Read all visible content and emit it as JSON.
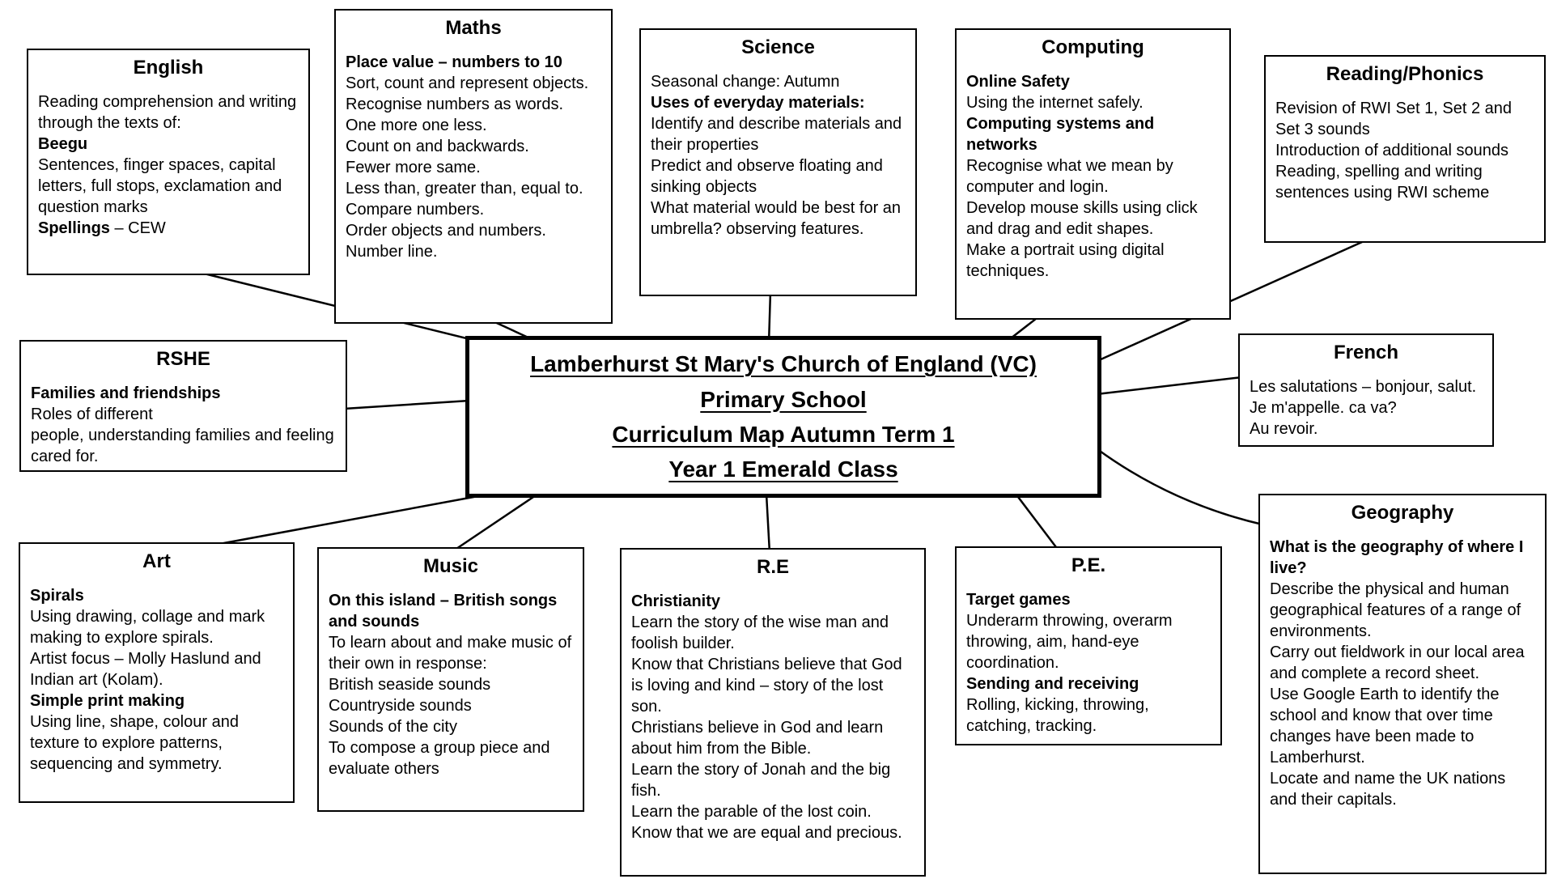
{
  "page": {
    "background_color": "#ffffff",
    "text_color": "#000000",
    "border_color": "#000000"
  },
  "center": {
    "lines": [
      "Lamberhurst St Mary's Church of England (VC)",
      "Primary School",
      "Curriculum Map Autumn Term 1",
      "Year 1 Emerald Class"
    ]
  },
  "subjects": {
    "english": {
      "title": "English",
      "paragraphs": [
        [
          {
            "t": "Reading comprehension and writing through the texts of:"
          }
        ],
        [
          {
            "t": "Beegu",
            "b": true
          }
        ],
        [
          {
            "t": "Sentences, finger spaces, capital letters, full stops, exclamation and question marks"
          }
        ],
        [
          {
            "t": "Spellings",
            "b": true
          },
          {
            "t": " – CEW"
          }
        ]
      ]
    },
    "maths": {
      "title": "Maths",
      "paragraphs": [
        [
          {
            "t": "Place value – numbers to 10",
            "b": true
          }
        ],
        [
          {
            "t": "Sort, count and represent objects."
          }
        ],
        [
          {
            "t": "Recognise numbers as words."
          }
        ],
        [
          {
            "t": "One more one less."
          }
        ],
        [
          {
            "t": "Count on and backwards."
          }
        ],
        [
          {
            "t": "Fewer more same."
          }
        ],
        [
          {
            "t": "Less than, greater than, equal to."
          }
        ],
        [
          {
            "t": "Compare numbers."
          }
        ],
        [
          {
            "t": "Order objects and numbers."
          }
        ],
        [
          {
            "t": "Number line."
          }
        ]
      ]
    },
    "science": {
      "title": "Science",
      "paragraphs": [
        [
          {
            "t": "Seasonal change: Autumn"
          }
        ],
        [
          {
            "t": "Uses of everyday materials:",
            "b": true
          }
        ],
        [
          {
            "t": "Identify and describe materials and their properties"
          }
        ],
        [
          {
            "t": "Predict and observe floating and sinking objects"
          }
        ],
        [
          {
            "t": "What material would be best for an umbrella? observing features."
          }
        ]
      ]
    },
    "computing": {
      "title": "Computing",
      "paragraphs": [
        [
          {
            "t": "Online Safety",
            "b": true
          }
        ],
        [
          {
            "t": "Using the internet safely."
          }
        ],
        [
          {
            "t": "Computing systems and networks",
            "b": true
          }
        ],
        [
          {
            "t": "Recognise what we mean by computer and login."
          }
        ],
        [
          {
            "t": "Develop mouse skills using click and drag and edit shapes."
          }
        ],
        [
          {
            "t": "Make a portrait using digital techniques."
          }
        ]
      ]
    },
    "reading": {
      "title": "Reading/Phonics",
      "paragraphs": [
        [
          {
            "t": "Revision of RWI Set 1, Set 2 and Set 3 sounds"
          }
        ],
        [
          {
            "t": "Introduction of additional sounds"
          }
        ],
        [
          {
            "t": "Reading, spelling and writing sentences using RWI scheme"
          }
        ]
      ]
    },
    "rshe": {
      "title": "RSHE",
      "paragraphs": [
        [
          {
            "t": "Families and friendships",
            "b": true
          }
        ],
        [
          {
            "t": "Roles of different"
          }
        ],
        [
          {
            "t": "people, understanding families and feeling cared for."
          }
        ]
      ]
    },
    "french": {
      "title": "French",
      "paragraphs": [
        [
          {
            "t": "Les salutations – bonjour, salut. Je m'appelle. ca va?"
          }
        ],
        [
          {
            "t": "Au revoir."
          }
        ]
      ]
    },
    "art": {
      "title": "Art",
      "paragraphs": [
        [
          {
            "t": "Spirals",
            "b": true
          }
        ],
        [
          {
            "t": "Using drawing, collage and mark making to explore spirals."
          }
        ],
        [
          {
            "t": "Artist focus – Molly Haslund and Indian art (Kolam)."
          }
        ],
        [
          {
            "t": "Simple print making",
            "b": true
          }
        ],
        [
          {
            "t": "Using line, shape, colour and texture to explore patterns, sequencing and symmetry."
          }
        ]
      ]
    },
    "music": {
      "title": "Music",
      "paragraphs": [
        [
          {
            "t": "On this island – British songs and sounds",
            "b": true
          }
        ],
        [
          {
            "t": "To learn about and make music of their own in response:"
          }
        ],
        [
          {
            "t": "British seaside sounds"
          }
        ],
        [
          {
            "t": "Countryside sounds"
          }
        ],
        [
          {
            "t": "Sounds of the city"
          }
        ],
        [
          {
            "t": "To compose a group piece and evaluate others"
          }
        ]
      ]
    },
    "re": {
      "title": "R.E",
      "paragraphs": [
        [
          {
            "t": "Christianity",
            "b": true
          }
        ],
        [
          {
            "t": "Learn the story of the wise man and foolish builder."
          }
        ],
        [
          {
            "t": "Know that Christians believe that God is loving and kind – story of the lost son."
          }
        ],
        [
          {
            "t": "Christians believe in God and learn about him from the Bible."
          }
        ],
        [
          {
            "t": "Learn the story of Jonah and the big fish."
          }
        ],
        [
          {
            "t": "Learn the parable of the lost coin."
          }
        ],
        [
          {
            "t": "Know that we are equal and precious."
          }
        ]
      ]
    },
    "pe": {
      "title": "P.E.",
      "paragraphs": [
        [
          {
            "t": "Target games",
            "b": true
          }
        ],
        [
          {
            "t": "Underarm throwing, overarm throwing, aim, hand-eye coordination."
          }
        ],
        [
          {
            "t": "Sending and receiving",
            "b": true
          }
        ],
        [
          {
            "t": "Rolling, kicking, throwing, catching, tracking."
          }
        ]
      ]
    },
    "geography": {
      "title": "Geography",
      "paragraphs": [
        [
          {
            "t": "What is the geography of where I live?",
            "b": true
          }
        ],
        [
          {
            "t": "Describe the physical and human geographical features of a range of environments."
          }
        ],
        [
          {
            "t": "Carry out fieldwork in our local area and complete a record sheet."
          }
        ],
        [
          {
            "t": "Use Google Earth to identify the school and know that over time changes have been made to Lamberhurst."
          }
        ],
        [
          {
            "t": "Locate and name the UK nations and their capitals."
          }
        ]
      ]
    }
  }
}
